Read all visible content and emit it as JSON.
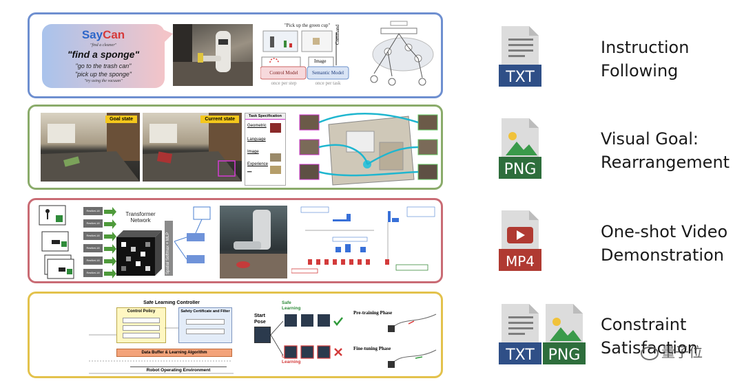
{
  "panels": {
    "instruction": {
      "saycan": {
        "say": "Say",
        "can": "Can",
        "lines": [
          "\"find a cleaner\"",
          "\"find a sponge\"",
          "\"go to the trash can\"",
          "\"pick up the sponge\"",
          "\"try using the vacuum\""
        ]
      },
      "cup_caption": "\"Pick up the green cup\"",
      "command_label": "Command",
      "image_label": "Image",
      "control_model": "Control Model",
      "semantic_model": "Semantic Model",
      "once_per_step": "once per step",
      "once_per_task": "once per task"
    },
    "visual_goal": {
      "goal_state": "Goal state",
      "current_state": "Current state",
      "task_spec": {
        "title": "Task Specification",
        "items": [
          "Geometric",
          "Language",
          "Image",
          "Experience",
          "•••"
        ]
      }
    },
    "video": {
      "transformer": "Transformer Network",
      "spatial": "Spatial Softmax + MLP",
      "resnets": [
        "ResNet-18",
        "ResNet-18",
        "ResNet-18",
        "ResNet-18",
        "ResNet-18",
        "ResNet-18"
      ]
    },
    "constraint": {
      "controller_title": "Safe Learning Controller",
      "control_policy": "Control Policy",
      "safety_cert": "Safety Certificate and Filter",
      "data_buffer": "Data Buffer & Learning Algorithm",
      "robot_env": "Robot Operating Environment",
      "start_pose": "Start Pose",
      "safe_learning": "Safe Learning",
      "unsafe_learning": "Unsafe Learning",
      "pretraining": "Pre-training Phase",
      "finetuning": "Fine-tuning Phase"
    }
  },
  "modalities": [
    {
      "line1": "Instruction",
      "line2": "Following",
      "icons": [
        "TXT"
      ]
    },
    {
      "line1": "Visual Goal:",
      "line2": "Rearrangement",
      "icons": [
        "PNG"
      ]
    },
    {
      "line1": "One-shot Video",
      "line2": "Demonstration",
      "icons": [
        "MP4"
      ]
    },
    {
      "line1": "Constraint",
      "line2": "Satisfaction",
      "icons": [
        "TXT",
        "PNG"
      ]
    }
  ],
  "watermark": "量子位",
  "colors": {
    "txt": "#2f4f87",
    "png": "#2e6e3c",
    "mp4": "#b03a32",
    "page": "#dcdcdc"
  }
}
